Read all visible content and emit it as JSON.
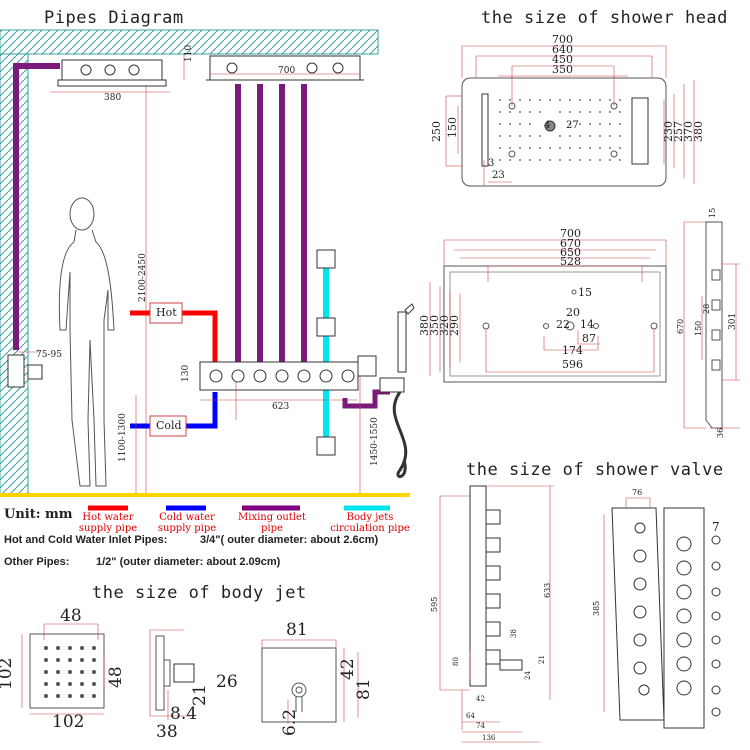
{
  "titles": {
    "pipes": "Pipes Diagram",
    "head": "the size of shower head",
    "valve": "the size of shower valve",
    "body_jet": "the size of body jet"
  },
  "pipe_labels": {
    "hot": "Hot",
    "cold": "Cold",
    "d_110": "110",
    "d_700": "700",
    "d_380": "380",
    "d_2100": "2100-2450",
    "d_75": "75-95",
    "d_130": "130",
    "d_623": "623",
    "d_1100": "1100-1300",
    "d_1450": "1450-1550"
  },
  "legend": {
    "unit": "Unit: mm",
    "items": [
      {
        "color": "#ff0000",
        "l1": "Hot water",
        "l2": "supply pipe"
      },
      {
        "color": "#0000ff",
        "l1": "Cold water",
        "l2": "supply pipe"
      },
      {
        "color": "#800080",
        "l1": "Mixing outlet",
        "l2": "pipe"
      },
      {
        "color": "#00e5ee",
        "l1": "Body jets",
        "l2": "circulation pipe"
      }
    ],
    "inlet_label": "Hot and Cold Water Inlet Pipes:",
    "inlet_value": "3/4\"( outer diameter: about 2.6cm)",
    "other_label": "Other Pipes:",
    "other_value": "1/2\" (outer diameter: about 2.09cm)"
  },
  "head_top": {
    "w700": "700",
    "w640": "640",
    "w450": "450",
    "w350": "350",
    "h250": "250",
    "h150": "150",
    "r230": "230",
    "r257": "257",
    "r370": "370",
    "r380": "380",
    "c4": "4",
    "c27": "27",
    "s3": "3",
    "s23": "23"
  },
  "head_mid": {
    "w700": "700",
    "w670": "670",
    "w650": "650",
    "w528": "528",
    "h380": "380",
    "h350": "350",
    "h320": "320",
    "h290": "290",
    "n15": "15",
    "n20": "20",
    "n22": "22",
    "n14": "14",
    "n87": "87",
    "n174": "174",
    "n596": "596"
  },
  "head_side": {
    "s15": "15",
    "s301": "301",
    "s28": "28",
    "s150": "150",
    "s670": "670",
    "s36": "36"
  },
  "valve": {
    "v595": "595",
    "v633": "633",
    "v38": "38",
    "v80": "80",
    "v21": "21",
    "v24": "24",
    "v42": "42",
    "v64": "64",
    "v74": "74",
    "v136": "136",
    "v76": "76",
    "v385": "385",
    "v7": "7"
  },
  "body_jet": {
    "j48t": "48",
    "j102l": "102",
    "j48r": "48",
    "j102b": "102",
    "j26": "26",
    "j21": "21",
    "j84": "8.4",
    "j38": "38",
    "j81t": "81",
    "j42": "42",
    "j81r": "81",
    "j62": "6.2"
  }
}
